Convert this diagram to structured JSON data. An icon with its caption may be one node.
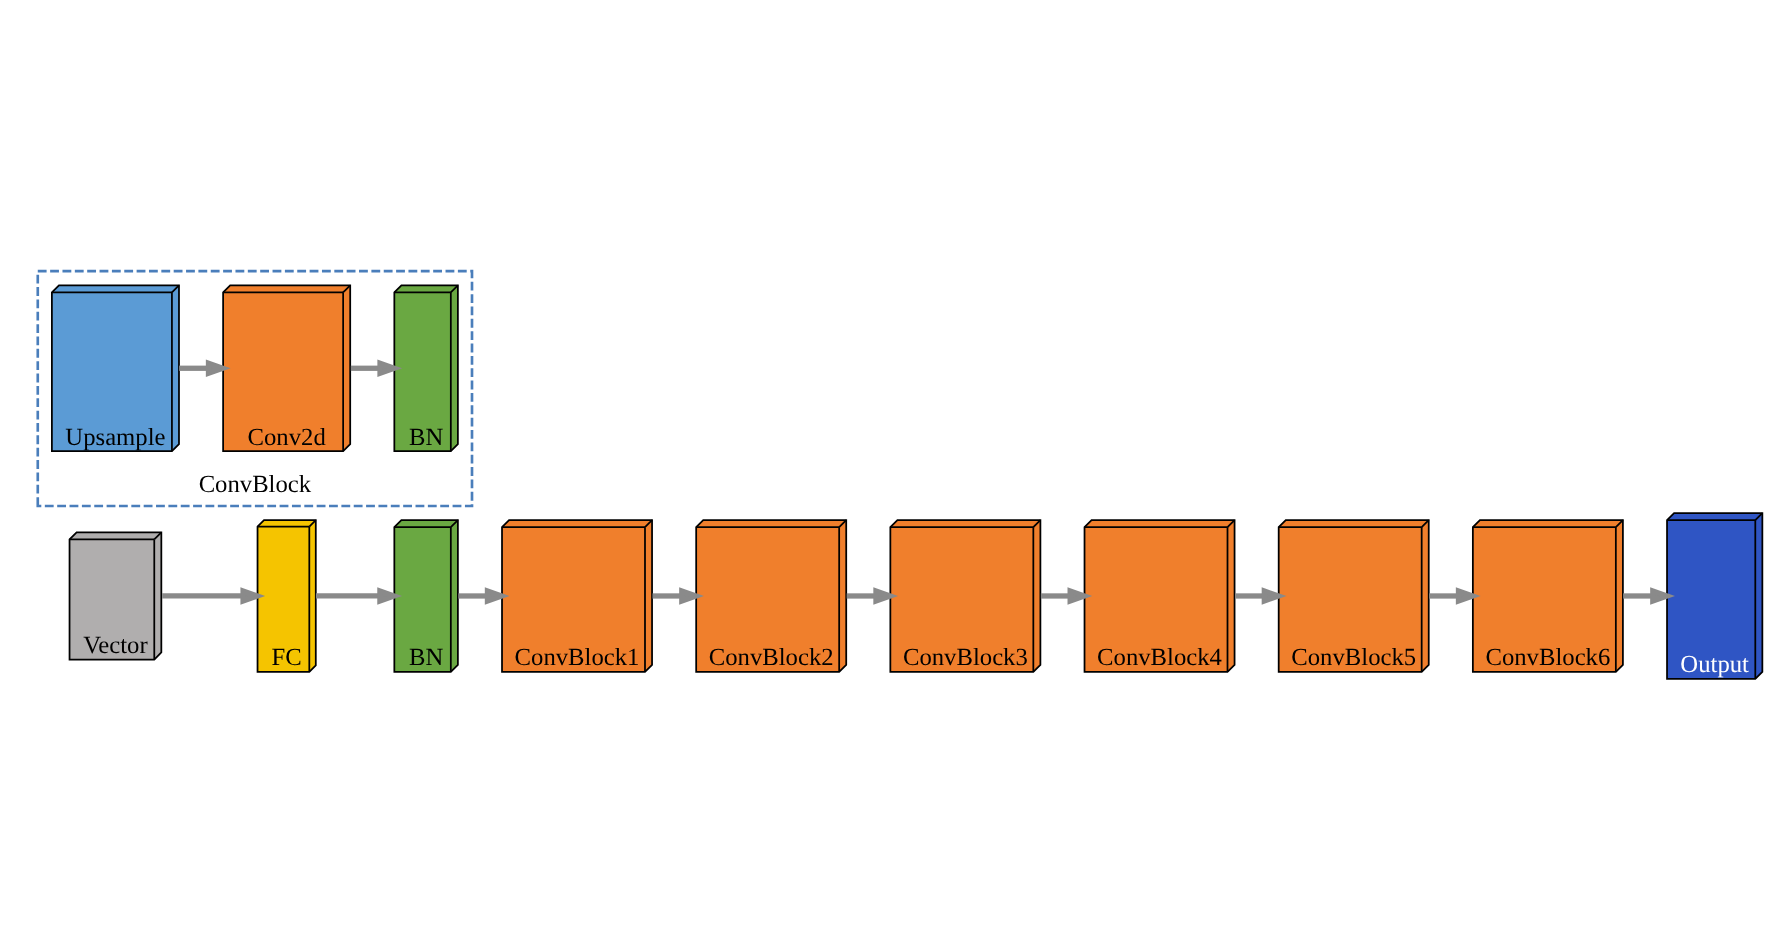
{
  "diagram": {
    "nodes": [
      {
        "text": [
          "Vector"
        ]
      },
      {
        "text": [
          "FC"
        ]
      },
      {
        "text": [
          "BN"
        ]
      },
      {
        "text": [
          "ConvBlock1"
        ]
      },
      {
        "text": [
          "ConvBlock2"
        ]
      },
      {
        "text": [
          "ConvBlock3"
        ]
      },
      {
        "text": [
          "ConvBlock4"
        ]
      },
      {
        "text": [
          "ConvBlock"
        ]
      },
      {
        "text": [
          "Upsample"
        ],
        "in": 7
      },
      {
        "text": [
          "Conv2d"
        ],
        "in": 7
      },
      {
        "text": [
          "BN"
        ],
        "in": 7
      },
      {
        "text": [
          "Output"
        ]
      },
      {
        "text": [
          "ConvBlock6"
        ]
      },
      {
        "text": [
          "ConvBlock5"
        ]
      }
    ],
    "edges": [
      {
        "from": 0,
        "to": 1,
        "arrow": "to"
      },
      {
        "from": 1,
        "to": 2,
        "arrow": "to"
      },
      {
        "from": 2,
        "to": 3,
        "arrow": "to"
      },
      {
        "from": 3,
        "to": 4,
        "arrow": "to"
      },
      {
        "from": 4,
        "to": 5,
        "arrow": "to"
      },
      {
        "from": 5,
        "to": 6,
        "arrow": "to"
      },
      {
        "from": 6,
        "to": 13,
        "arrow": "to"
      },
      {
        "from": 13,
        "to": 12,
        "arrow": "to"
      },
      {
        "from": 12,
        "to": 11,
        "arrow": "to"
      },
      {
        "from": 8,
        "to": 9,
        "arrow": "to"
      },
      {
        "from": 9,
        "to": 10,
        "arrow": "to"
      }
    ]
  }
}
